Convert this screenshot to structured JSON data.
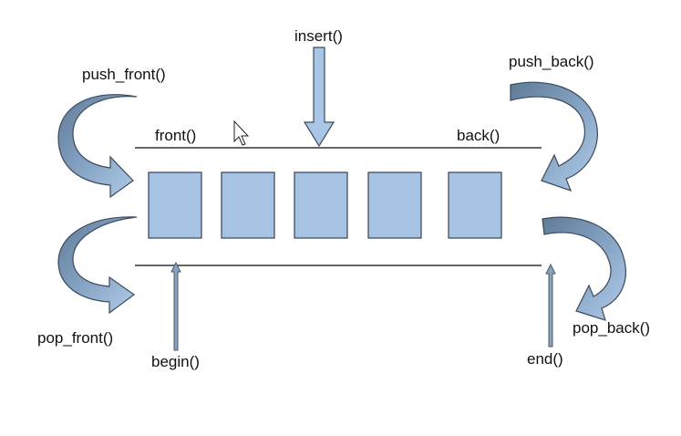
{
  "labels": {
    "insert": "insert()",
    "push_front": "push_front()",
    "push_back": "push_back()",
    "front": "front()",
    "back": "back()",
    "pop_front": "pop_front()",
    "pop_back": "pop_back()",
    "begin": "begin()",
    "end": "end()"
  },
  "deque": {
    "element_count": 5
  },
  "colors": {
    "element_fill": "#a6c3e3",
    "element_stroke": "#3b4252",
    "arrow_dark": "#6d89a6",
    "arrow_light": "#a9c6e6",
    "line": "#333333",
    "thin_arrow": "#8aa3bd"
  },
  "icons": {
    "cursor": "mouse-cursor-icon"
  }
}
